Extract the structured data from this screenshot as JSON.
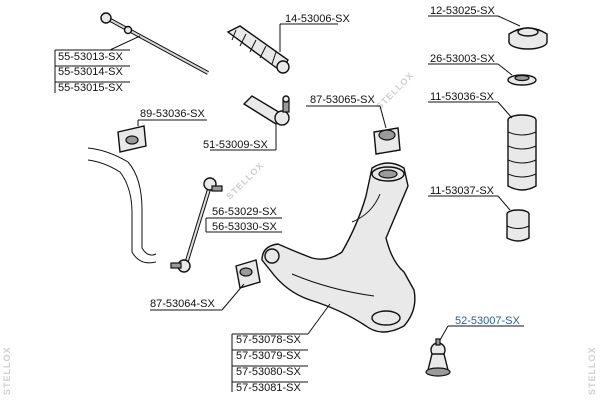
{
  "brand": {
    "watermark": "STELLOX",
    "highlight_color": "#1f5fae"
  },
  "labels": {
    "tie_rod_axial": [
      "55-53013-SX",
      "55-53014-SX",
      "55-53015-SX"
    ],
    "boot": "14-53006-SX",
    "strut_mount_top": "12-53025-SX",
    "bearing": "26-53003-SX",
    "dust_boot": "11-53036-SX",
    "bump_stop": "11-53037-SX",
    "stab_bushing": "89-53036-SX",
    "tie_rod_end": "51-53009-SX",
    "arm_bushing_rear": "87-53065-SX",
    "stab_link": [
      "56-53029-SX",
      "56-53030-SX"
    ],
    "arm_bushing_front": "87-53064-SX",
    "control_arm": [
      "57-53078-SX",
      "57-53079-SX",
      "57-53080-SX",
      "57-53081-SX"
    ],
    "ball_joint": "52-53007-SX"
  }
}
